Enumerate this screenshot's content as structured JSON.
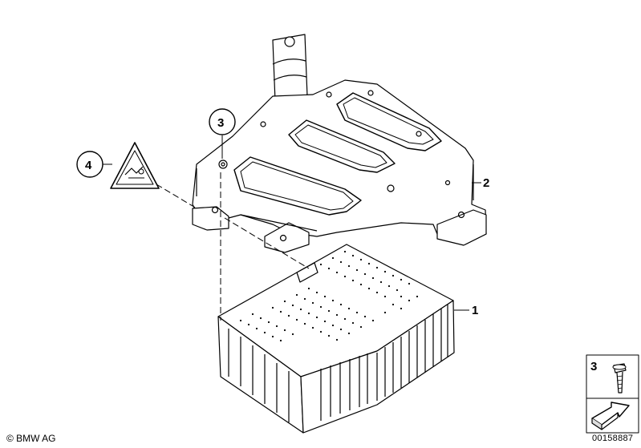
{
  "callouts": {
    "part_1": "1",
    "part_2": "2",
    "part_3": "3",
    "part_4": "4"
  },
  "legend": {
    "item_number": "3"
  },
  "footer": {
    "copyright": "© BMW AG",
    "document_id": "00158887"
  },
  "colors": {
    "line": "#000000",
    "background": "#ffffff",
    "shade": "#e6e6e6"
  },
  "icons": [
    "warning-triangle-icon",
    "screw-icon",
    "arrow-icon"
  ]
}
